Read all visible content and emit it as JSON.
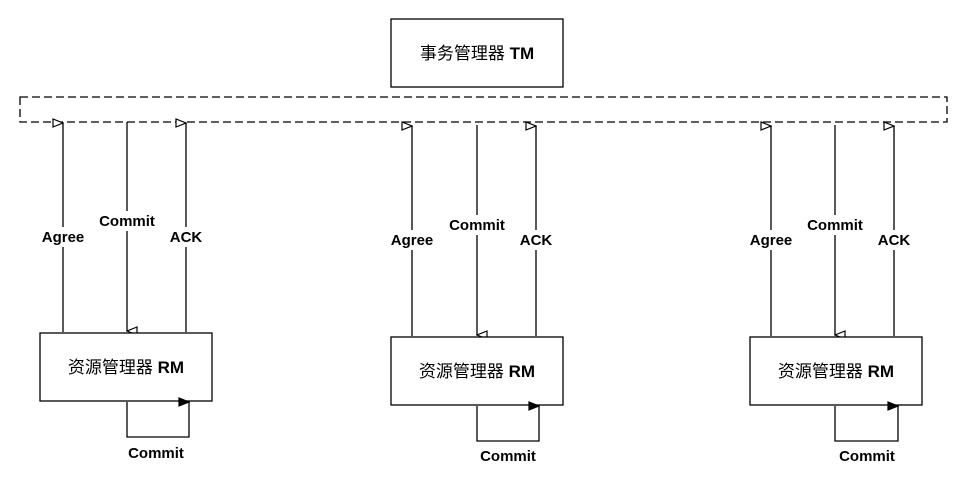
{
  "tm": {
    "name": "事务管理器",
    "code": "TM"
  },
  "rm": {
    "name": "资源管理器",
    "code": "RM"
  },
  "labels": {
    "agree": "Agree",
    "commit": "Commit",
    "ack": "ACK",
    "self_commit": "Commit"
  },
  "colors": {
    "stroke": "#000000",
    "background": "#ffffff"
  }
}
